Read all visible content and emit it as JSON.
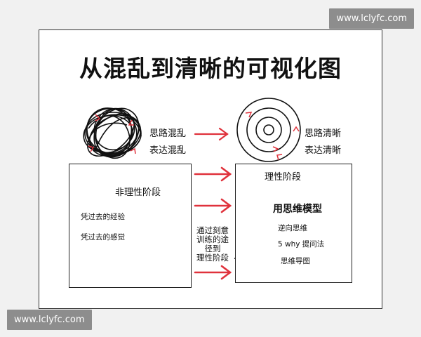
{
  "title": "从混乱到清晰的可视化图",
  "chaos": {
    "line1": "思路混乱",
    "line2": "表达混乱"
  },
  "clarity": {
    "line1": "思路清晰",
    "line2": "表达清晰"
  },
  "left_box": {
    "title": "非理性阶段",
    "item1": "凭过去的经验",
    "item2": "凭过去的感觉"
  },
  "right_box": {
    "title": "理性阶段",
    "model": "用思维模型",
    "item1": "逆向思维",
    "item2": "5 why 提问法",
    "item3": "思维导图"
  },
  "middle_text": [
    "通过刻意",
    "训练的途",
    "径到",
    "理性阶段"
  ],
  "watermark": "www.lclyfc.com",
  "colors": {
    "arrow": "#e0323c",
    "ink": "#111111"
  }
}
